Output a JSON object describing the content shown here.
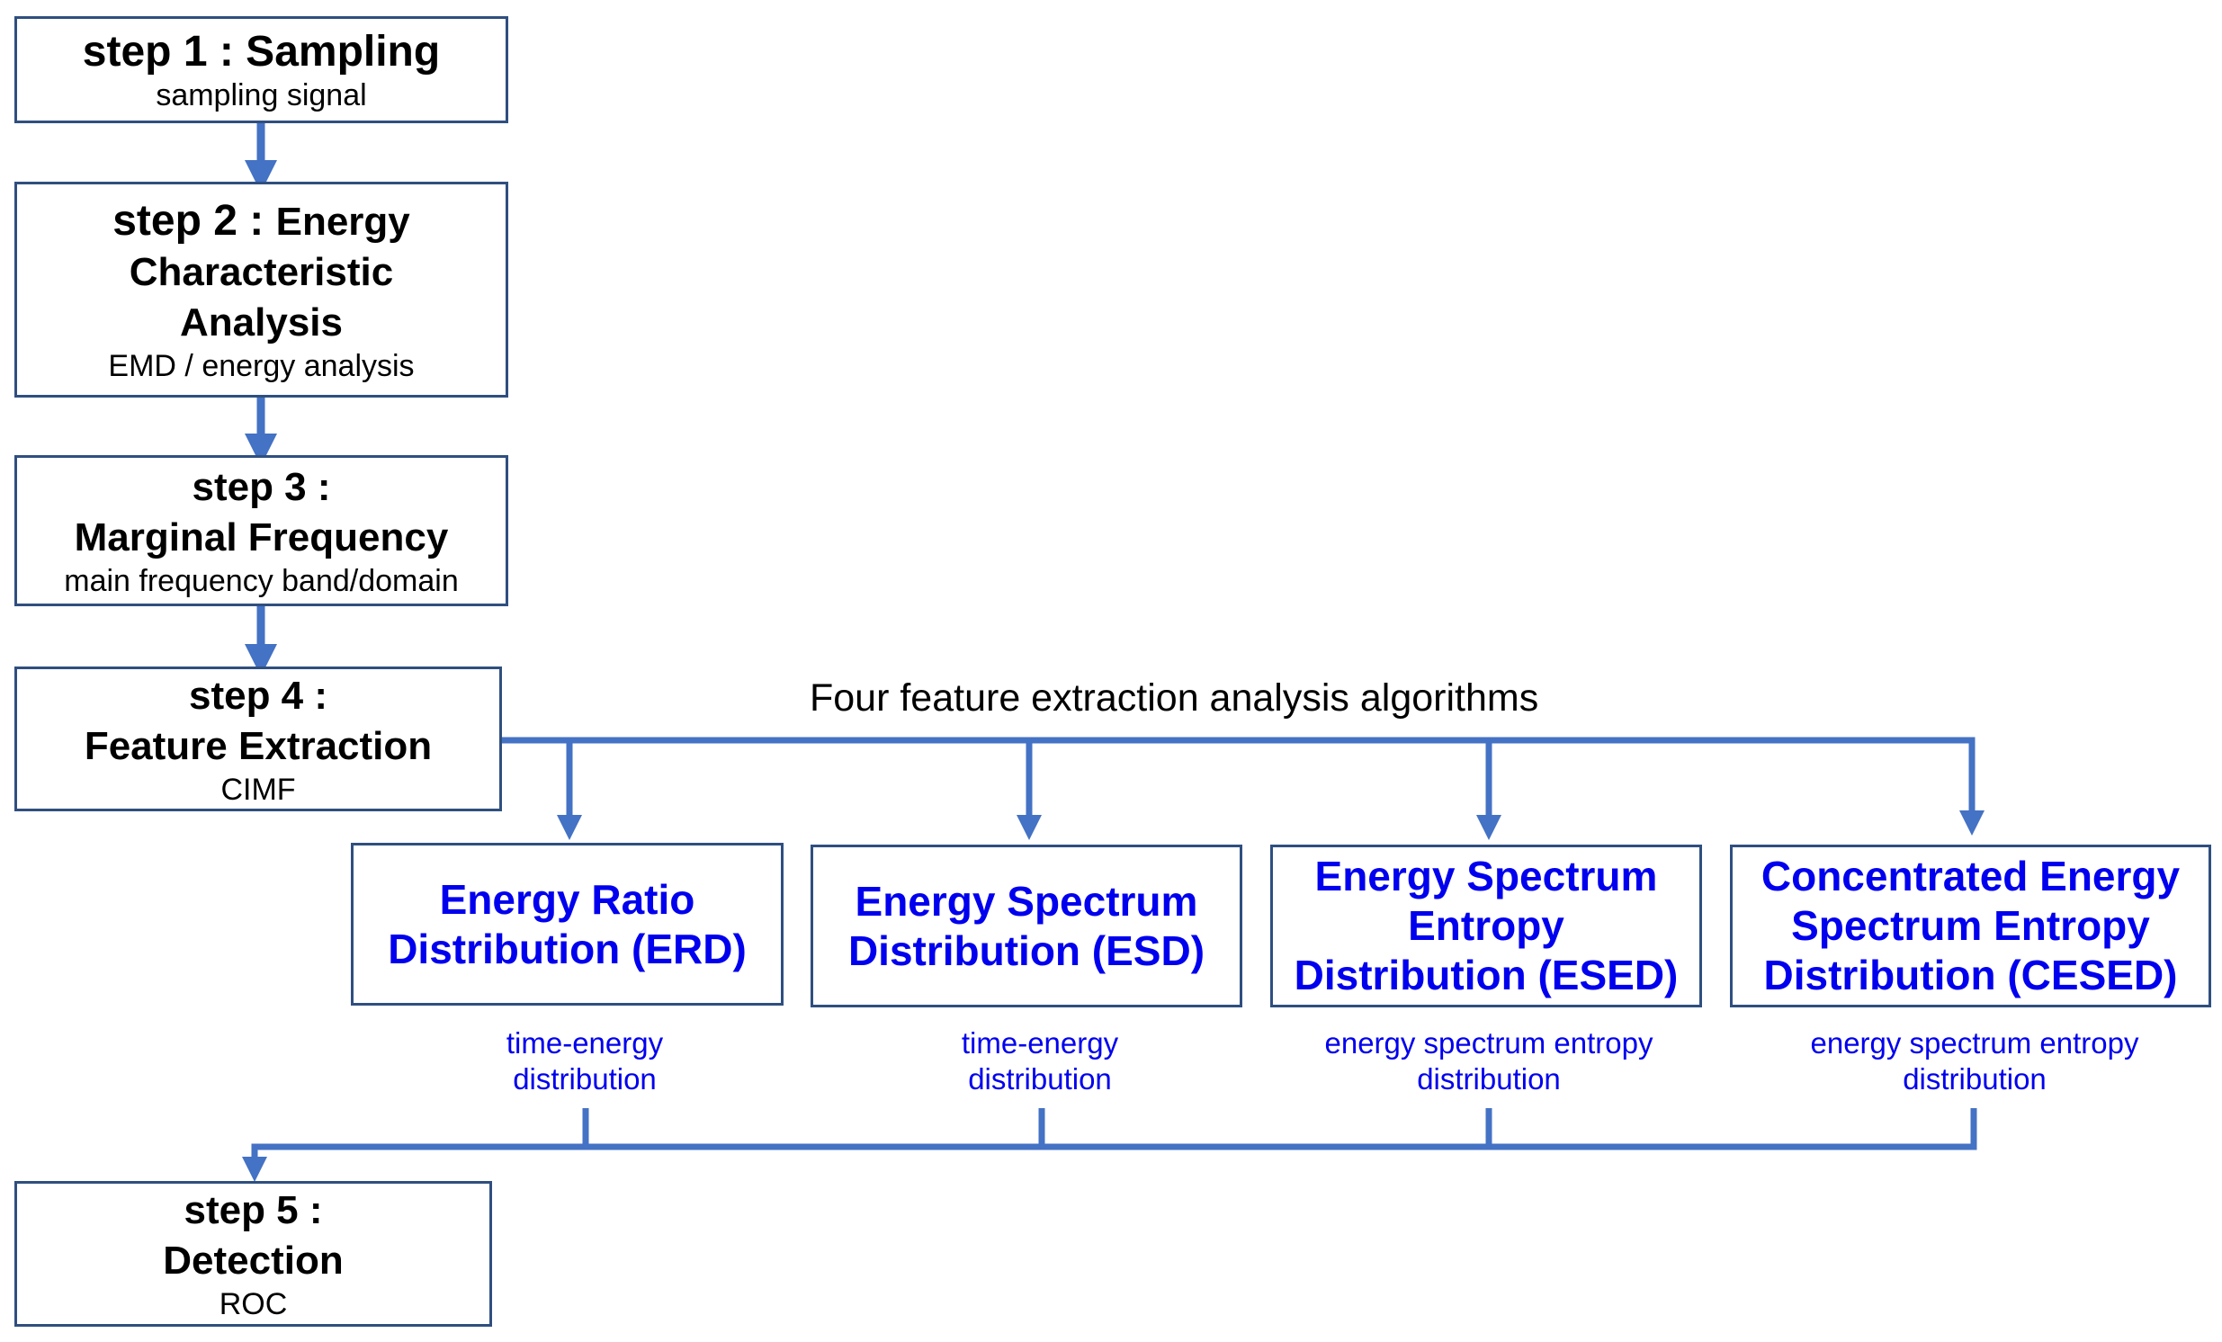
{
  "colors": {
    "connector": "#4472c4",
    "box_border": "#2f4f7f",
    "step_text": "#000000",
    "algo_text": "#0000ee"
  },
  "steps": [
    {
      "title_prefix": "step 1 : ",
      "title_rest": "Sampling",
      "subtitle": "sampling signal"
    },
    {
      "title_prefix": "step 2 : ",
      "title_rest": "Energy\nCharacteristic\nAnalysis",
      "subtitle": "EMD / energy analysis"
    },
    {
      "title_prefix": "step 3 :",
      "title_rest": "\nMarginal Frequency",
      "subtitle": "main frequency band/domain"
    },
    {
      "title_prefix": "step 4 :",
      "title_rest": "\nFeature Extraction",
      "subtitle": "CIMF"
    },
    {
      "title_prefix": "step 5 :",
      "title_rest": "\nDetection",
      "subtitle": "ROC"
    }
  ],
  "banner": "Four feature extraction analysis algorithms",
  "algorithms": [
    {
      "title": "Energy Ratio\nDistribution (ERD)",
      "description": "time-energy\ndistribution"
    },
    {
      "title": "Energy Spectrum\nDistribution (ESD)",
      "description": "time-energy\ndistribution"
    },
    {
      "title": "Energy Spectrum\nEntropy\nDistribution (ESED)",
      "description": "energy spectrum entropy\ndistribution"
    },
    {
      "title": "Concentrated Energy\nSpectrum Entropy\nDistribution (CESED)",
      "description": "energy spectrum entropy\ndistribution"
    }
  ]
}
